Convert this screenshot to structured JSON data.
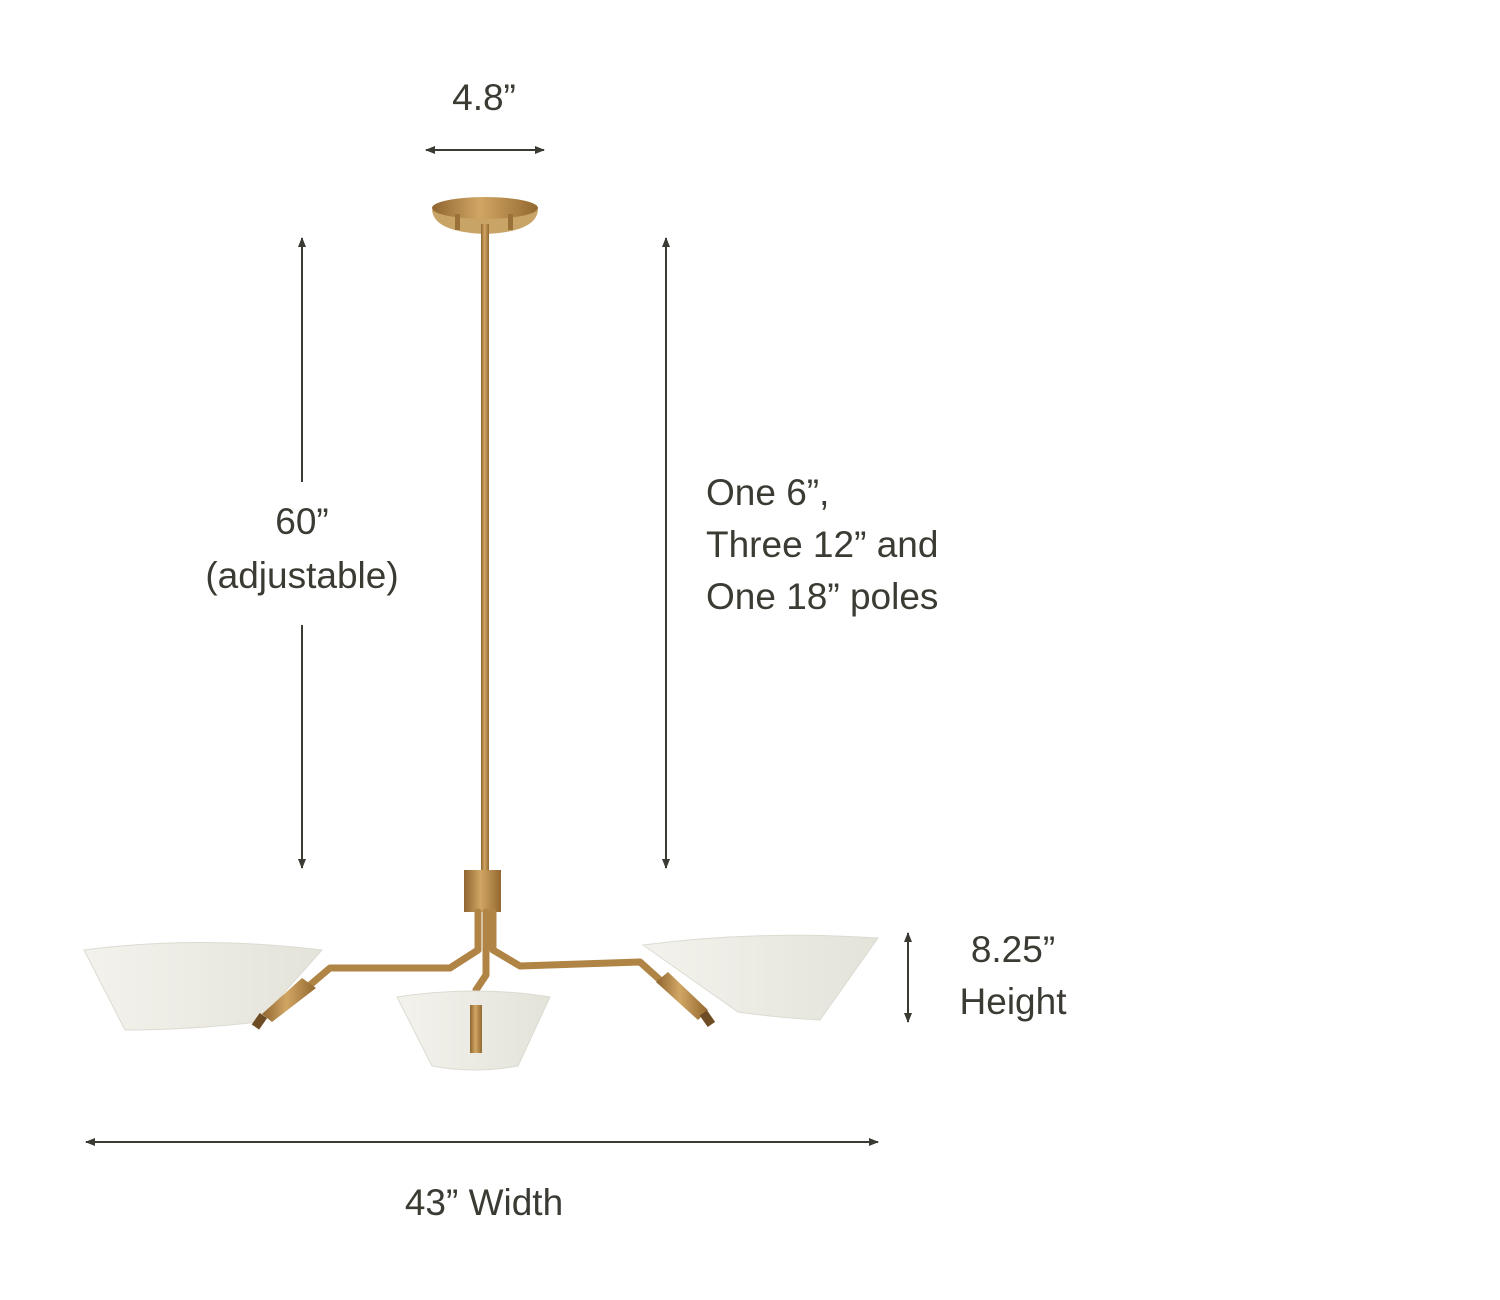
{
  "dimensions": {
    "canopy_width": "4.8”",
    "overall_length": "60”",
    "overall_length_note": "(adjustable)",
    "poles": [
      "One 6”,",
      "Three 12” and",
      "One 18” poles"
    ],
    "shade_height": "8.25”",
    "shade_height_label": "Height",
    "width": "43” Width"
  },
  "colors": {
    "text": "#3b3a33",
    "brass": "#b8894a",
    "shade": "#eeede6"
  }
}
